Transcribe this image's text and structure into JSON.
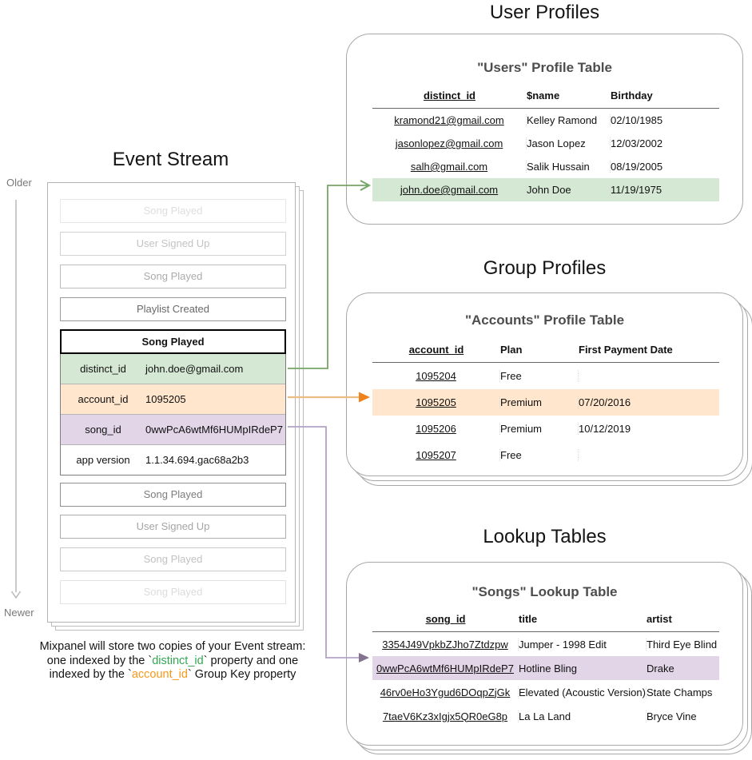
{
  "sections": {
    "event_stream": {
      "title": "Event Stream"
    },
    "user_profiles": {
      "title": "User Profiles"
    },
    "group_profiles": {
      "title": "Group Profiles"
    },
    "lookup_tables": {
      "title": "Lookup Tables"
    }
  },
  "timeline": {
    "older_label": "Older",
    "newer_label": "Newer"
  },
  "event_stream": {
    "events_before": [
      "Song Played",
      "User Signed Up",
      "Song Played",
      "Playlist Created"
    ],
    "expanded_event": {
      "name": "Song Played",
      "properties": [
        {
          "key": "distinct_id",
          "value": "john.doe@gmail.com",
          "highlight": "green"
        },
        {
          "key": "account_id",
          "value": "1095205",
          "highlight": "orange"
        },
        {
          "key": "song_id",
          "value": "0wwPcA6wtMf6HUMpIRdeP7",
          "highlight": "purple"
        },
        {
          "key": "app version",
          "value": "1.1.34.694.gac68a2b3",
          "highlight": "none"
        }
      ]
    },
    "events_after": [
      "Song Played",
      "User Signed Up",
      "Song Played",
      "Song Played"
    ]
  },
  "users_table": {
    "heading": "\"Users\" Profile Table",
    "columns": [
      "distinct_id",
      "$name",
      "Birthday"
    ],
    "rows": [
      [
        "kramond21@gmail.com",
        "Kelley Ramond",
        "02/10/1985"
      ],
      [
        "jasonlopez@gmail.com",
        "Jason Lopez",
        "12/03/2002"
      ],
      [
        "salh@gmail.com",
        "Salik Hussain",
        "08/19/2005"
      ],
      [
        "john.doe@gmail.com",
        "John Doe",
        "11/19/1975"
      ]
    ],
    "highlighted_row_index": 3
  },
  "accounts_table": {
    "heading": "\"Accounts\" Profile Table",
    "columns": [
      "account_id",
      "Plan",
      "First Payment Date"
    ],
    "rows": [
      [
        "1095204",
        "Free",
        ""
      ],
      [
        "1095205",
        "Premium",
        "07/20/2016"
      ],
      [
        "1095206",
        "Premium",
        "10/12/2019"
      ],
      [
        "1095207",
        "Free",
        ""
      ]
    ],
    "highlighted_row_index": 1
  },
  "songs_table": {
    "heading": "\"Songs\" Lookup Table",
    "columns": [
      "song_id",
      "title",
      "artist"
    ],
    "rows": [
      [
        "3354J49VpkbZJho7Ztdzpw",
        "Jumper - 1998 Edit",
        "Third Eye Blind"
      ],
      [
        "0wwPcA6wtMf6HUMpIRdeP7",
        "Hotline Bling",
        "Drake"
      ],
      [
        "46rv0eHo3Ygud6DOqpZjGk",
        "Elevated (Acoustic Version)",
        "State Champs"
      ],
      [
        "7taeV6Kz3xIgjx5QR0eG8p",
        "La La Land",
        "Bryce Vine"
      ]
    ],
    "highlighted_row_index": 1
  },
  "footnote": {
    "line1": "Mixpanel will store two copies of your Event stream:",
    "line2_prefix": "one indexed by the `",
    "line2_code": "distinct_id",
    "line2_suffix": "` property and one",
    "line3_prefix": "indexed by the `",
    "line3_code": "account_id",
    "line3_suffix": "` Group Key property"
  },
  "colors": {
    "distinct_id_highlight": "#d5e8d4",
    "account_id_highlight": "#ffe6cc",
    "song_id_highlight": "#e1d5e7",
    "green_arrow": "#76a565",
    "orange_arrow_line": "#ecbc82",
    "orange_arrow_head": "#f0821e",
    "purple_arrow_line": "#b3a4c6",
    "purple_arrow_head": "#83738f",
    "footnote_green": "#33a852",
    "footnote_orange": "#f5991d"
  }
}
